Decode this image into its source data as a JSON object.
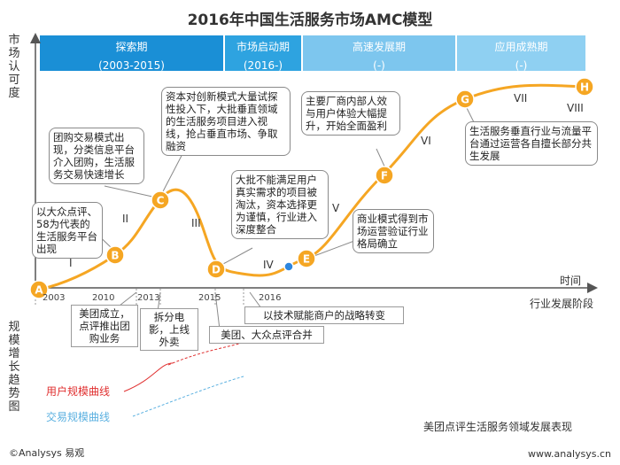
{
  "title": "2016年中国生活服务市场AMC模型",
  "y_axis_label": "市场认可度",
  "x_axis_label": "时间",
  "stage_axis_label": "行业发展阶段",
  "scale_axis_label": "规模增长趋势图",
  "phases": [
    {
      "name": "探索期",
      "range": "(2003-2015)",
      "color": "#1a8fd6"
    },
    {
      "name": "市场启动期",
      "range": "(2016-)",
      "color": "#2ea3e0"
    },
    {
      "name": "高速发展期",
      "range": "(-)",
      "color": "#7dc6ee"
    },
    {
      "name": "应用成熟期",
      "range": "(-)",
      "color": "#8fd0f2"
    }
  ],
  "years": [
    "2003",
    "2010",
    "2013",
    "2015",
    "2016"
  ],
  "romans": [
    "I",
    "II",
    "III",
    "IV",
    "V",
    "VI",
    "VII",
    "VIII"
  ],
  "chart_data": {
    "type": "line",
    "points": [
      {
        "label": "A",
        "color": "#f5a623"
      },
      {
        "label": "B",
        "color": "#f5a623"
      },
      {
        "label": "C",
        "color": "#f5a623"
      },
      {
        "label": "D",
        "color": "#f5a623"
      },
      {
        "label": "",
        "color": "#2e86de"
      },
      {
        "label": "E",
        "color": "#f5a623"
      },
      {
        "label": "F",
        "color": "#f5a623"
      },
      {
        "label": "G",
        "color": "#f5a623"
      },
      {
        "label": "H",
        "color": "#f5a623"
      }
    ],
    "curve_color": "#f5a623"
  },
  "callouts": [
    "以大众点评、58为代表的生活服务平台出现",
    "团购交易模式出现，分类信息平台介入团购，生活服务交易快速增长",
    "资本对创新模式大量试探性投入下，大批垂直领域的生活服务项目进入视线，抢占垂直市场、争取融资",
    "大批不能满足用户真实需求的项目被淘汰，资本选择更为谨慎，行业进入深度整合",
    "商业模式得到市场运营验证行业格局确立",
    "主要厂商内部人效与用户体验大幅提升，开始全面盈利",
    "生活服务垂直行业与流量平台通过运营各自擅长部分共生发展"
  ],
  "events": [
    "美团成立，点评推出团购业务",
    "拆分电影，上线外卖",
    "美团、大众点评合并",
    "以技术赋能商户的战略转变"
  ],
  "legend": {
    "user_curve": "用户规模曲线",
    "user_color": "#e03030",
    "trade_curve": "交易规模曲线",
    "trade_color": "#5ab0e0"
  },
  "footer_left": "©Analysys 易观",
  "footer_right": "www.analysys.cn",
  "caption": "美团点评生活服务领域发展表现"
}
